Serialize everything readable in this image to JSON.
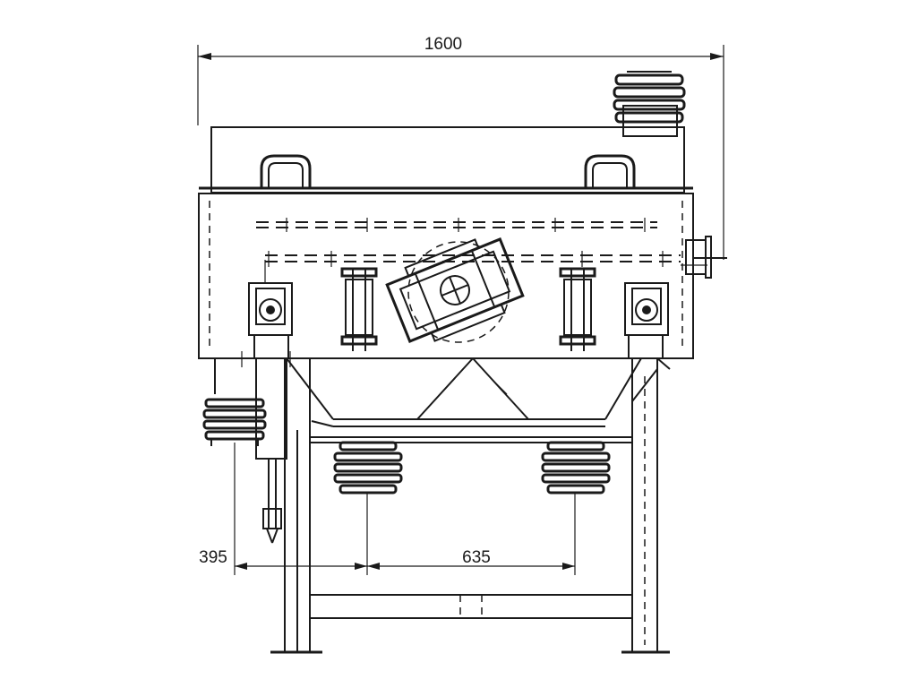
{
  "drawing": {
    "dimensions": {
      "overall_width": "1600",
      "foot_offset": "395",
      "spring_spacing": "635"
    }
  },
  "colors": {
    "line": "#1a1a1a",
    "background": "#ffffff"
  }
}
